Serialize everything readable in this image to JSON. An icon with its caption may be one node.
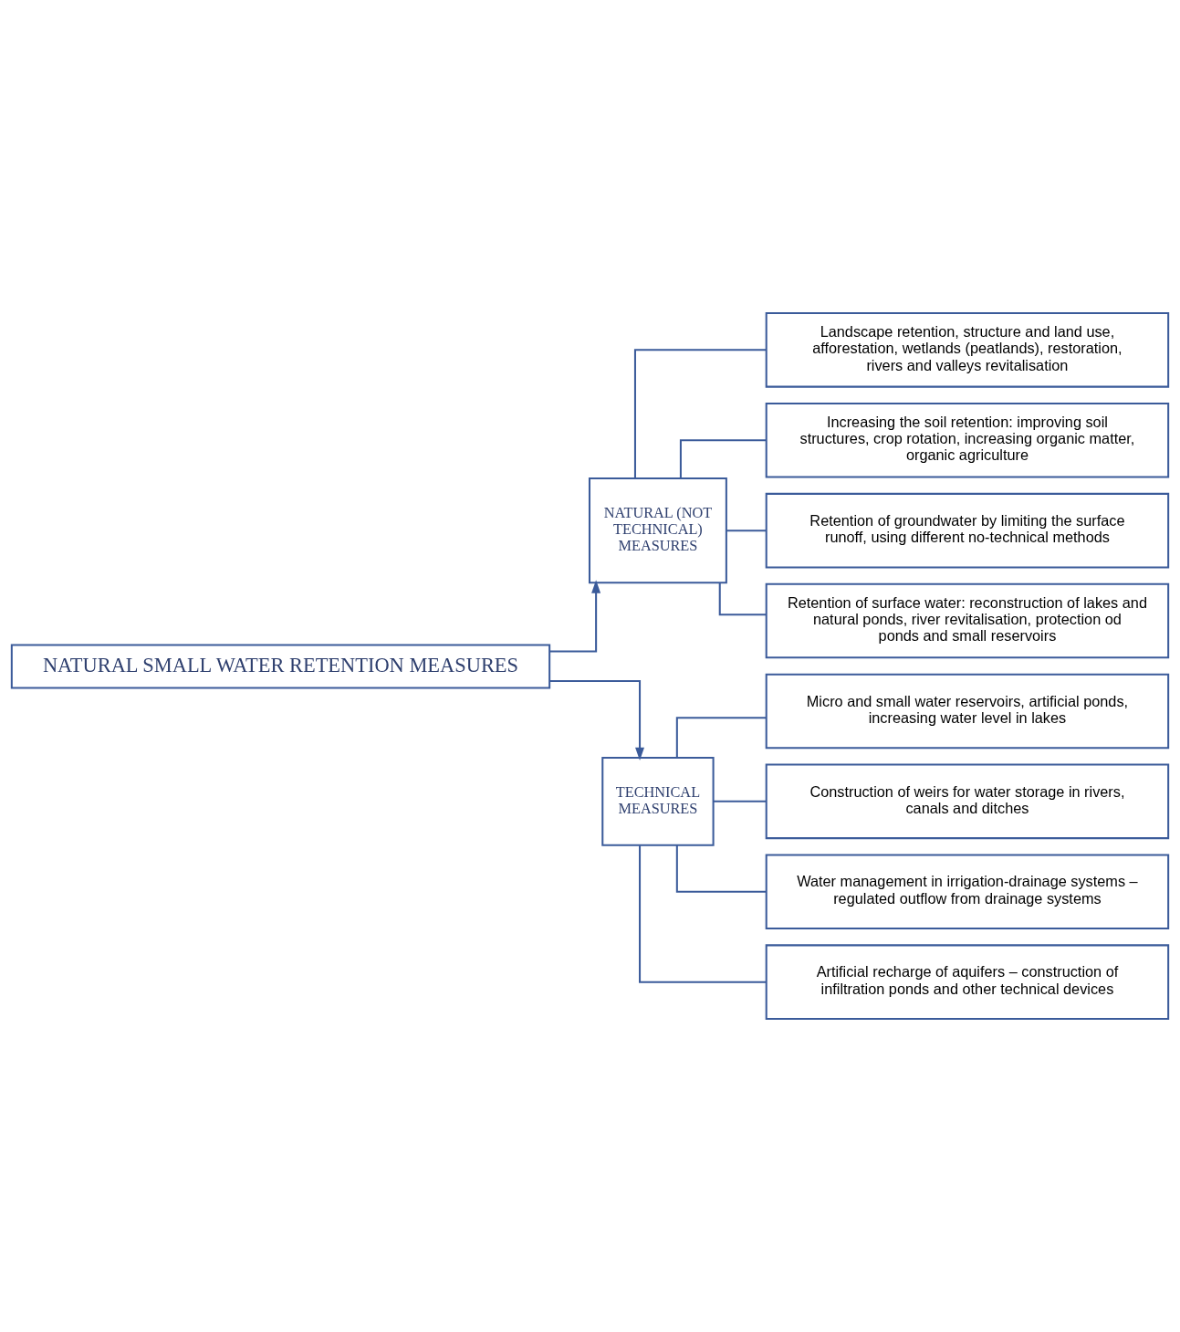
{
  "diagram": {
    "nodes": [
      {
        "text": [
          "NATURAL SMALL WATER RETENTION MEASURES"
        ]
      },
      {
        "text": [
          "NATURAL (NOT TECHNICAL)  MEASURES"
        ]
      },
      {
        "text": [
          "Landscape retention, structure and land use, afforestation, wetlands (peatlands), restoration, rivers and valleys revitalisation"
        ]
      },
      {
        "text": [
          "Increasing the soil retention: improving soil structures, crop rotation, increasing organic matter, organic agriculture"
        ]
      },
      {
        "text": [
          "Retention of groundwater by limiting the surface runoff, using different no-technical methods"
        ]
      },
      {
        "text": [
          "Retention of surface water: reconstruction of lakes and natural ponds, river revitalisation, protection od ponds and small reservoirs"
        ]
      },
      {
        "text": [
          "TECHNICAL MEASURES"
        ]
      },
      {
        "text": [
          "Micro and small water reservoirs, artificial ponds, increasing water level in lakes"
        ]
      },
      {
        "text": [
          "Construction of weirs for water storage in rivers, canals and ditches"
        ]
      },
      {
        "text": [
          "Water management in irrigation-drainage systems – regulated outflow from drainage systems"
        ]
      },
      {
        "text": [
          "Artificial recharge of aquifers – construction of infiltration ponds and other technical devices"
        ]
      }
    ],
    "edges": [
      {
        "from": 0,
        "to": 1,
        "arrow": "to"
      },
      {
        "from": 0,
        "to": 6,
        "arrow": "to"
      },
      {
        "from": 1,
        "to": 2,
        "arrow": "none"
      },
      {
        "from": 1,
        "to": 3,
        "arrow": "none"
      },
      {
        "from": 1,
        "to": 4,
        "arrow": "none"
      },
      {
        "from": 1,
        "to": 5,
        "arrow": "none"
      },
      {
        "from": 6,
        "to": 7,
        "arrow": "none"
      },
      {
        "from": 6,
        "to": 8,
        "arrow": "none"
      },
      {
        "from": 6,
        "to": 9,
        "arrow": "none"
      },
      {
        "from": 6,
        "to": 10,
        "arrow": "none"
      }
    ]
  }
}
